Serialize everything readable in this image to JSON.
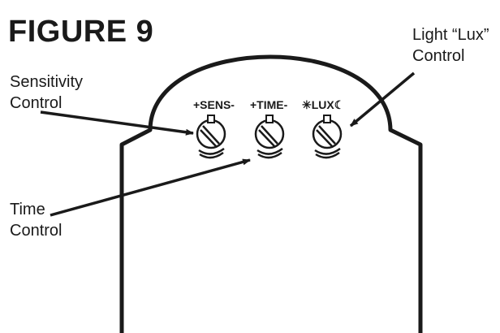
{
  "figure": {
    "title": "FIGURE 9"
  },
  "callouts": {
    "sensitivity": {
      "line1": "Sensitivity",
      "line2": "Control"
    },
    "time": {
      "line1": "Time",
      "line2": "Control"
    },
    "lux": {
      "line1": "Light “Lux”",
      "line2": "Control"
    }
  },
  "knobs": {
    "sens_label": "+SENS-",
    "time_label": "+TIME-",
    "lux_label": "✳LUX☾"
  },
  "colors": {
    "ink": "#1a1a1a",
    "background": "#ffffff"
  }
}
